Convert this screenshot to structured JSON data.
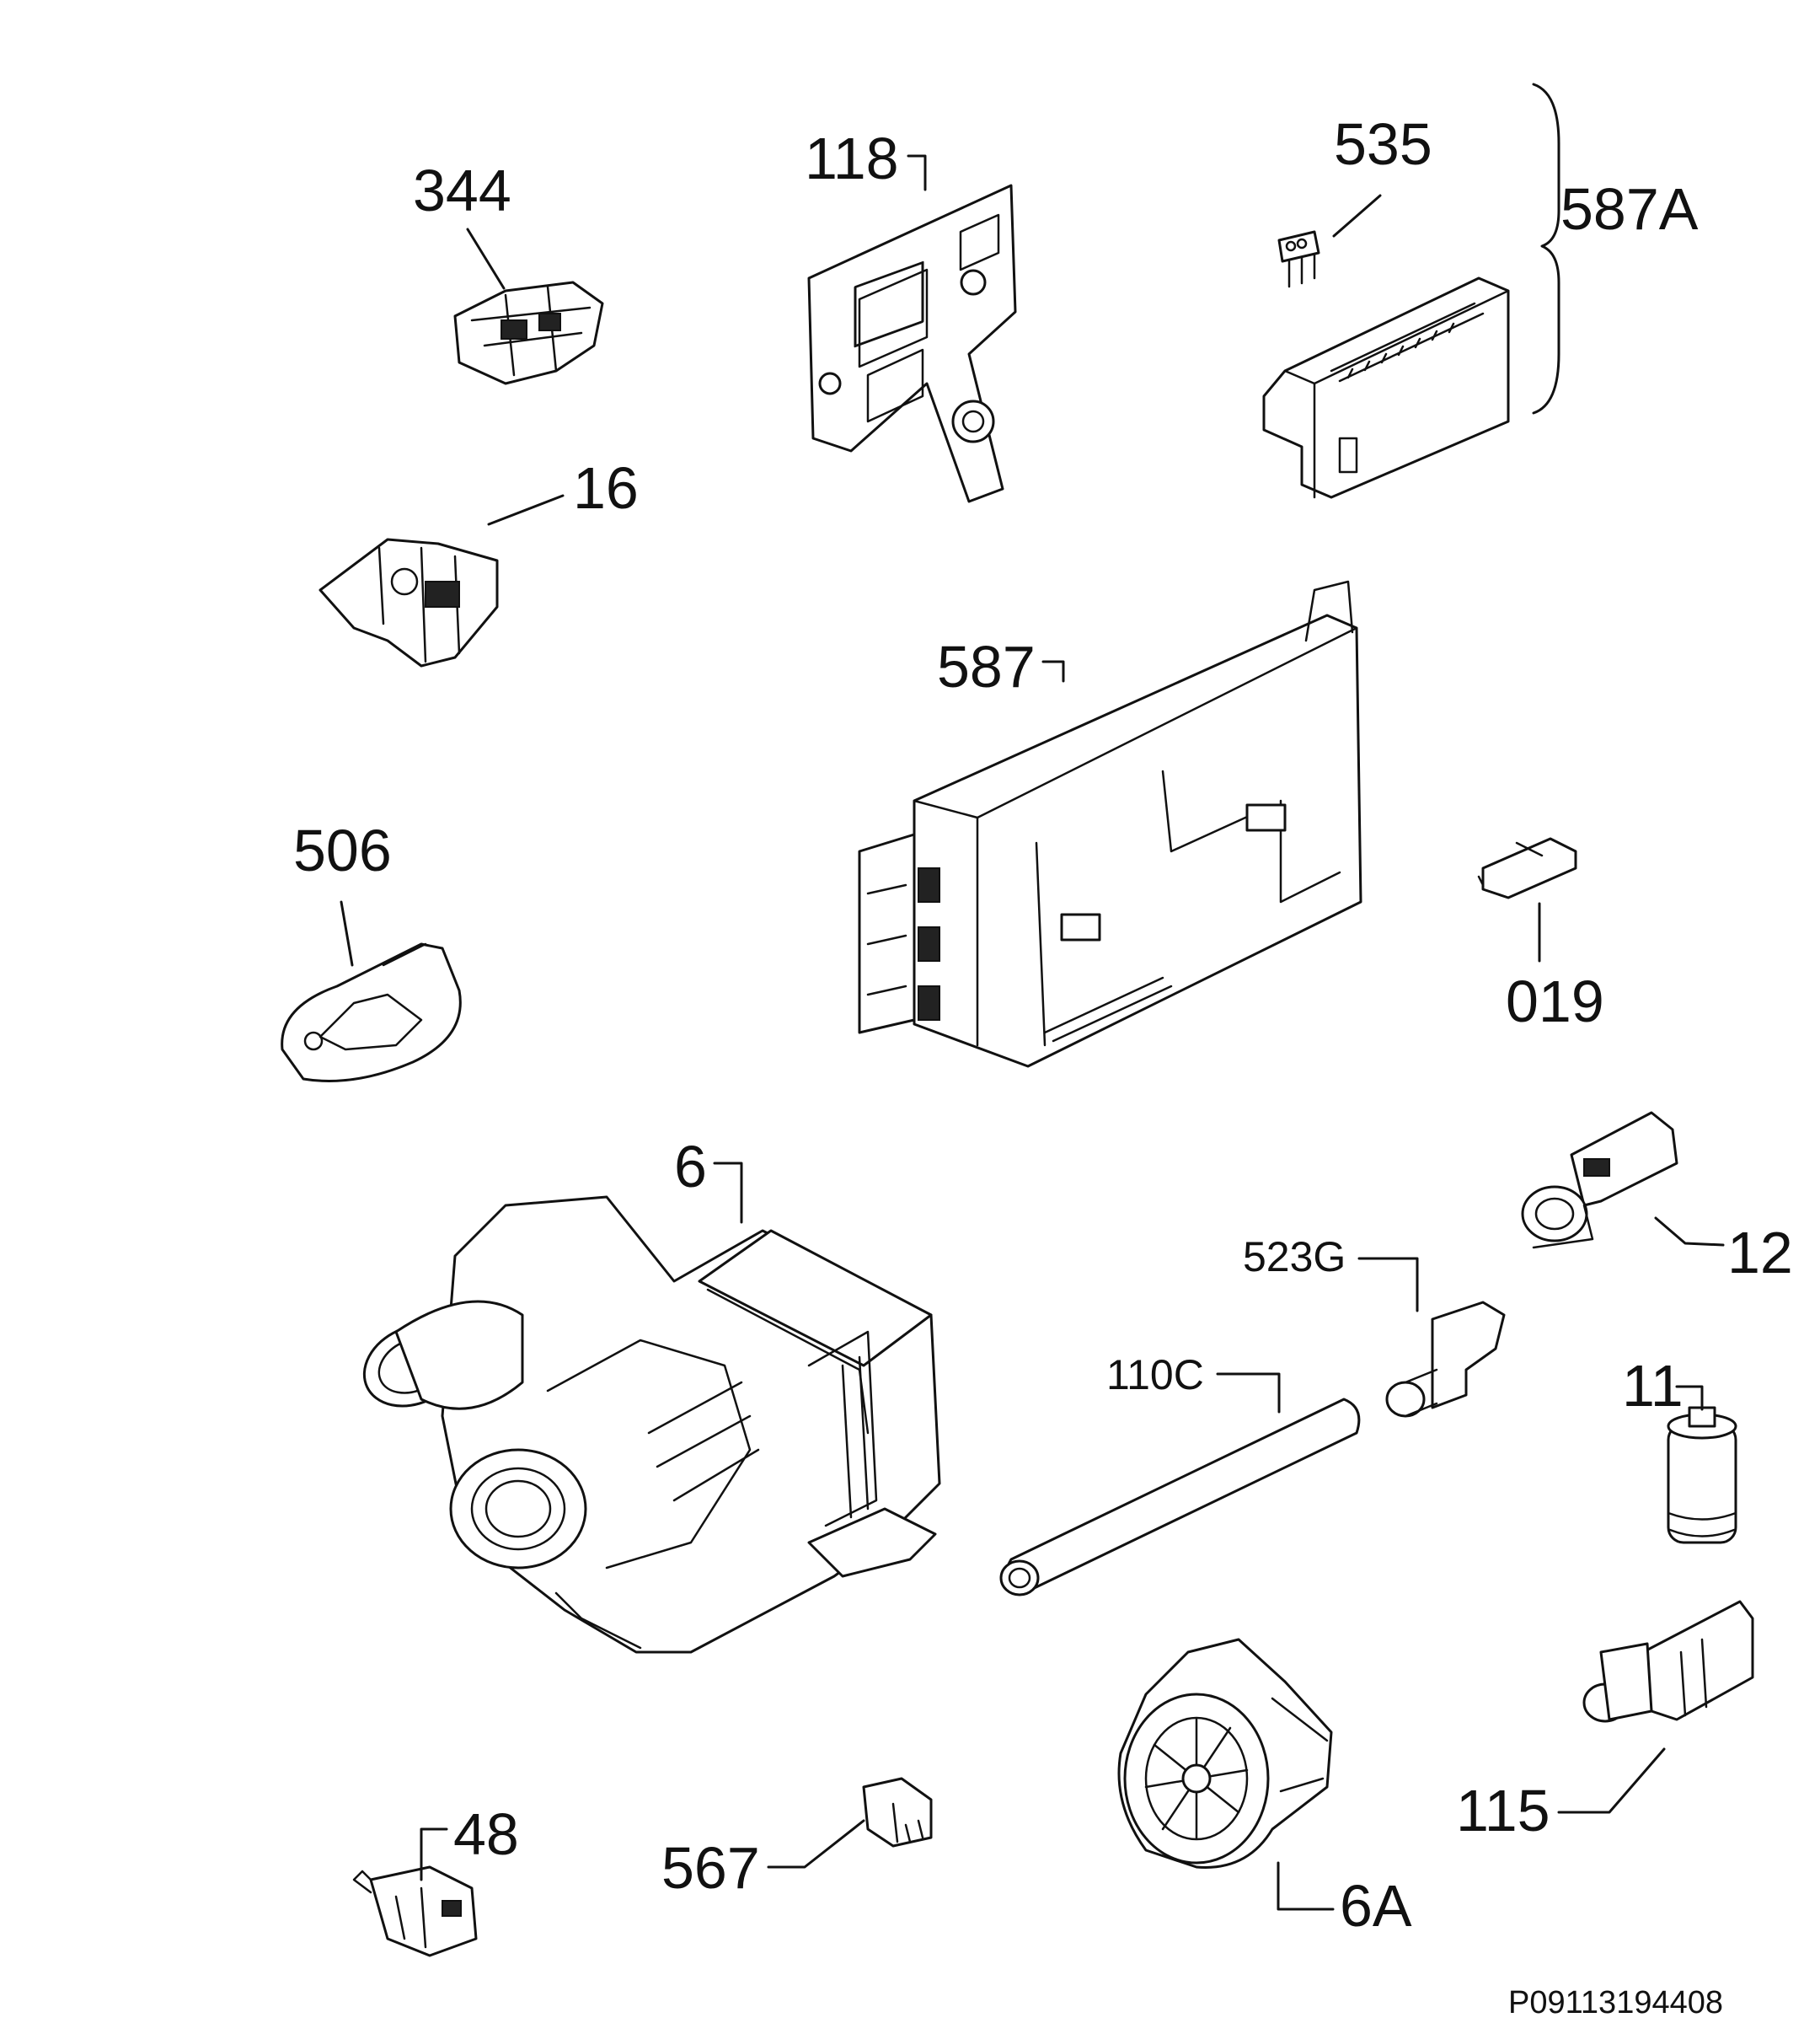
{
  "diagram": {
    "callouts": [
      {
        "id": "344",
        "label": "344"
      },
      {
        "id": "118",
        "label": "118"
      },
      {
        "id": "535",
        "label": "535"
      },
      {
        "id": "587A",
        "label": "587A"
      },
      {
        "id": "16",
        "label": "16"
      },
      {
        "id": "587",
        "label": "587"
      },
      {
        "id": "506",
        "label": "506"
      },
      {
        "id": "019",
        "label": "019"
      },
      {
        "id": "6",
        "label": "6"
      },
      {
        "id": "12",
        "label": "12"
      },
      {
        "id": "523G",
        "label": "523G"
      },
      {
        "id": "110C",
        "label": "110C"
      },
      {
        "id": "11",
        "label": "11"
      },
      {
        "id": "115",
        "label": "115"
      },
      {
        "id": "48",
        "label": "48"
      },
      {
        "id": "567",
        "label": "567"
      },
      {
        "id": "6A",
        "label": "6A"
      }
    ],
    "reference_code": "P09113194408"
  }
}
